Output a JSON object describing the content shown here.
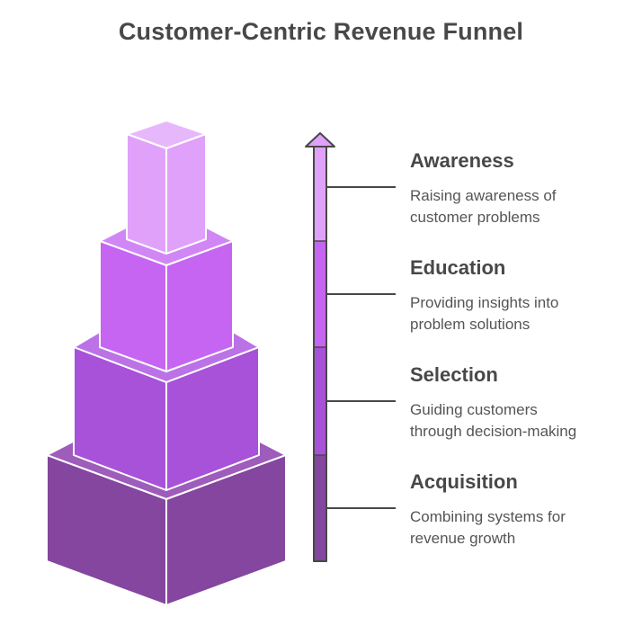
{
  "title": "Customer-Centric Revenue Funnel",
  "colors": {
    "awareness": "#e0a1fb",
    "education": "#c565f1",
    "selection": "#a851d9",
    "acquisition": "#84469e",
    "outline": "#ffffff",
    "connector": "#484848"
  },
  "stages": [
    {
      "title": "Awareness",
      "description_line1": "Raising awareness of",
      "description_line2": "customer problems"
    },
    {
      "title": "Education",
      "description_line1": "Providing insights into",
      "description_line2": "problem solutions"
    },
    {
      "title": "Selection",
      "description_line1": "Guiding customers",
      "description_line2": "through decision-making"
    },
    {
      "title": "Acquisition",
      "description_line1": "Combining systems for",
      "description_line2": "revenue growth"
    }
  ]
}
